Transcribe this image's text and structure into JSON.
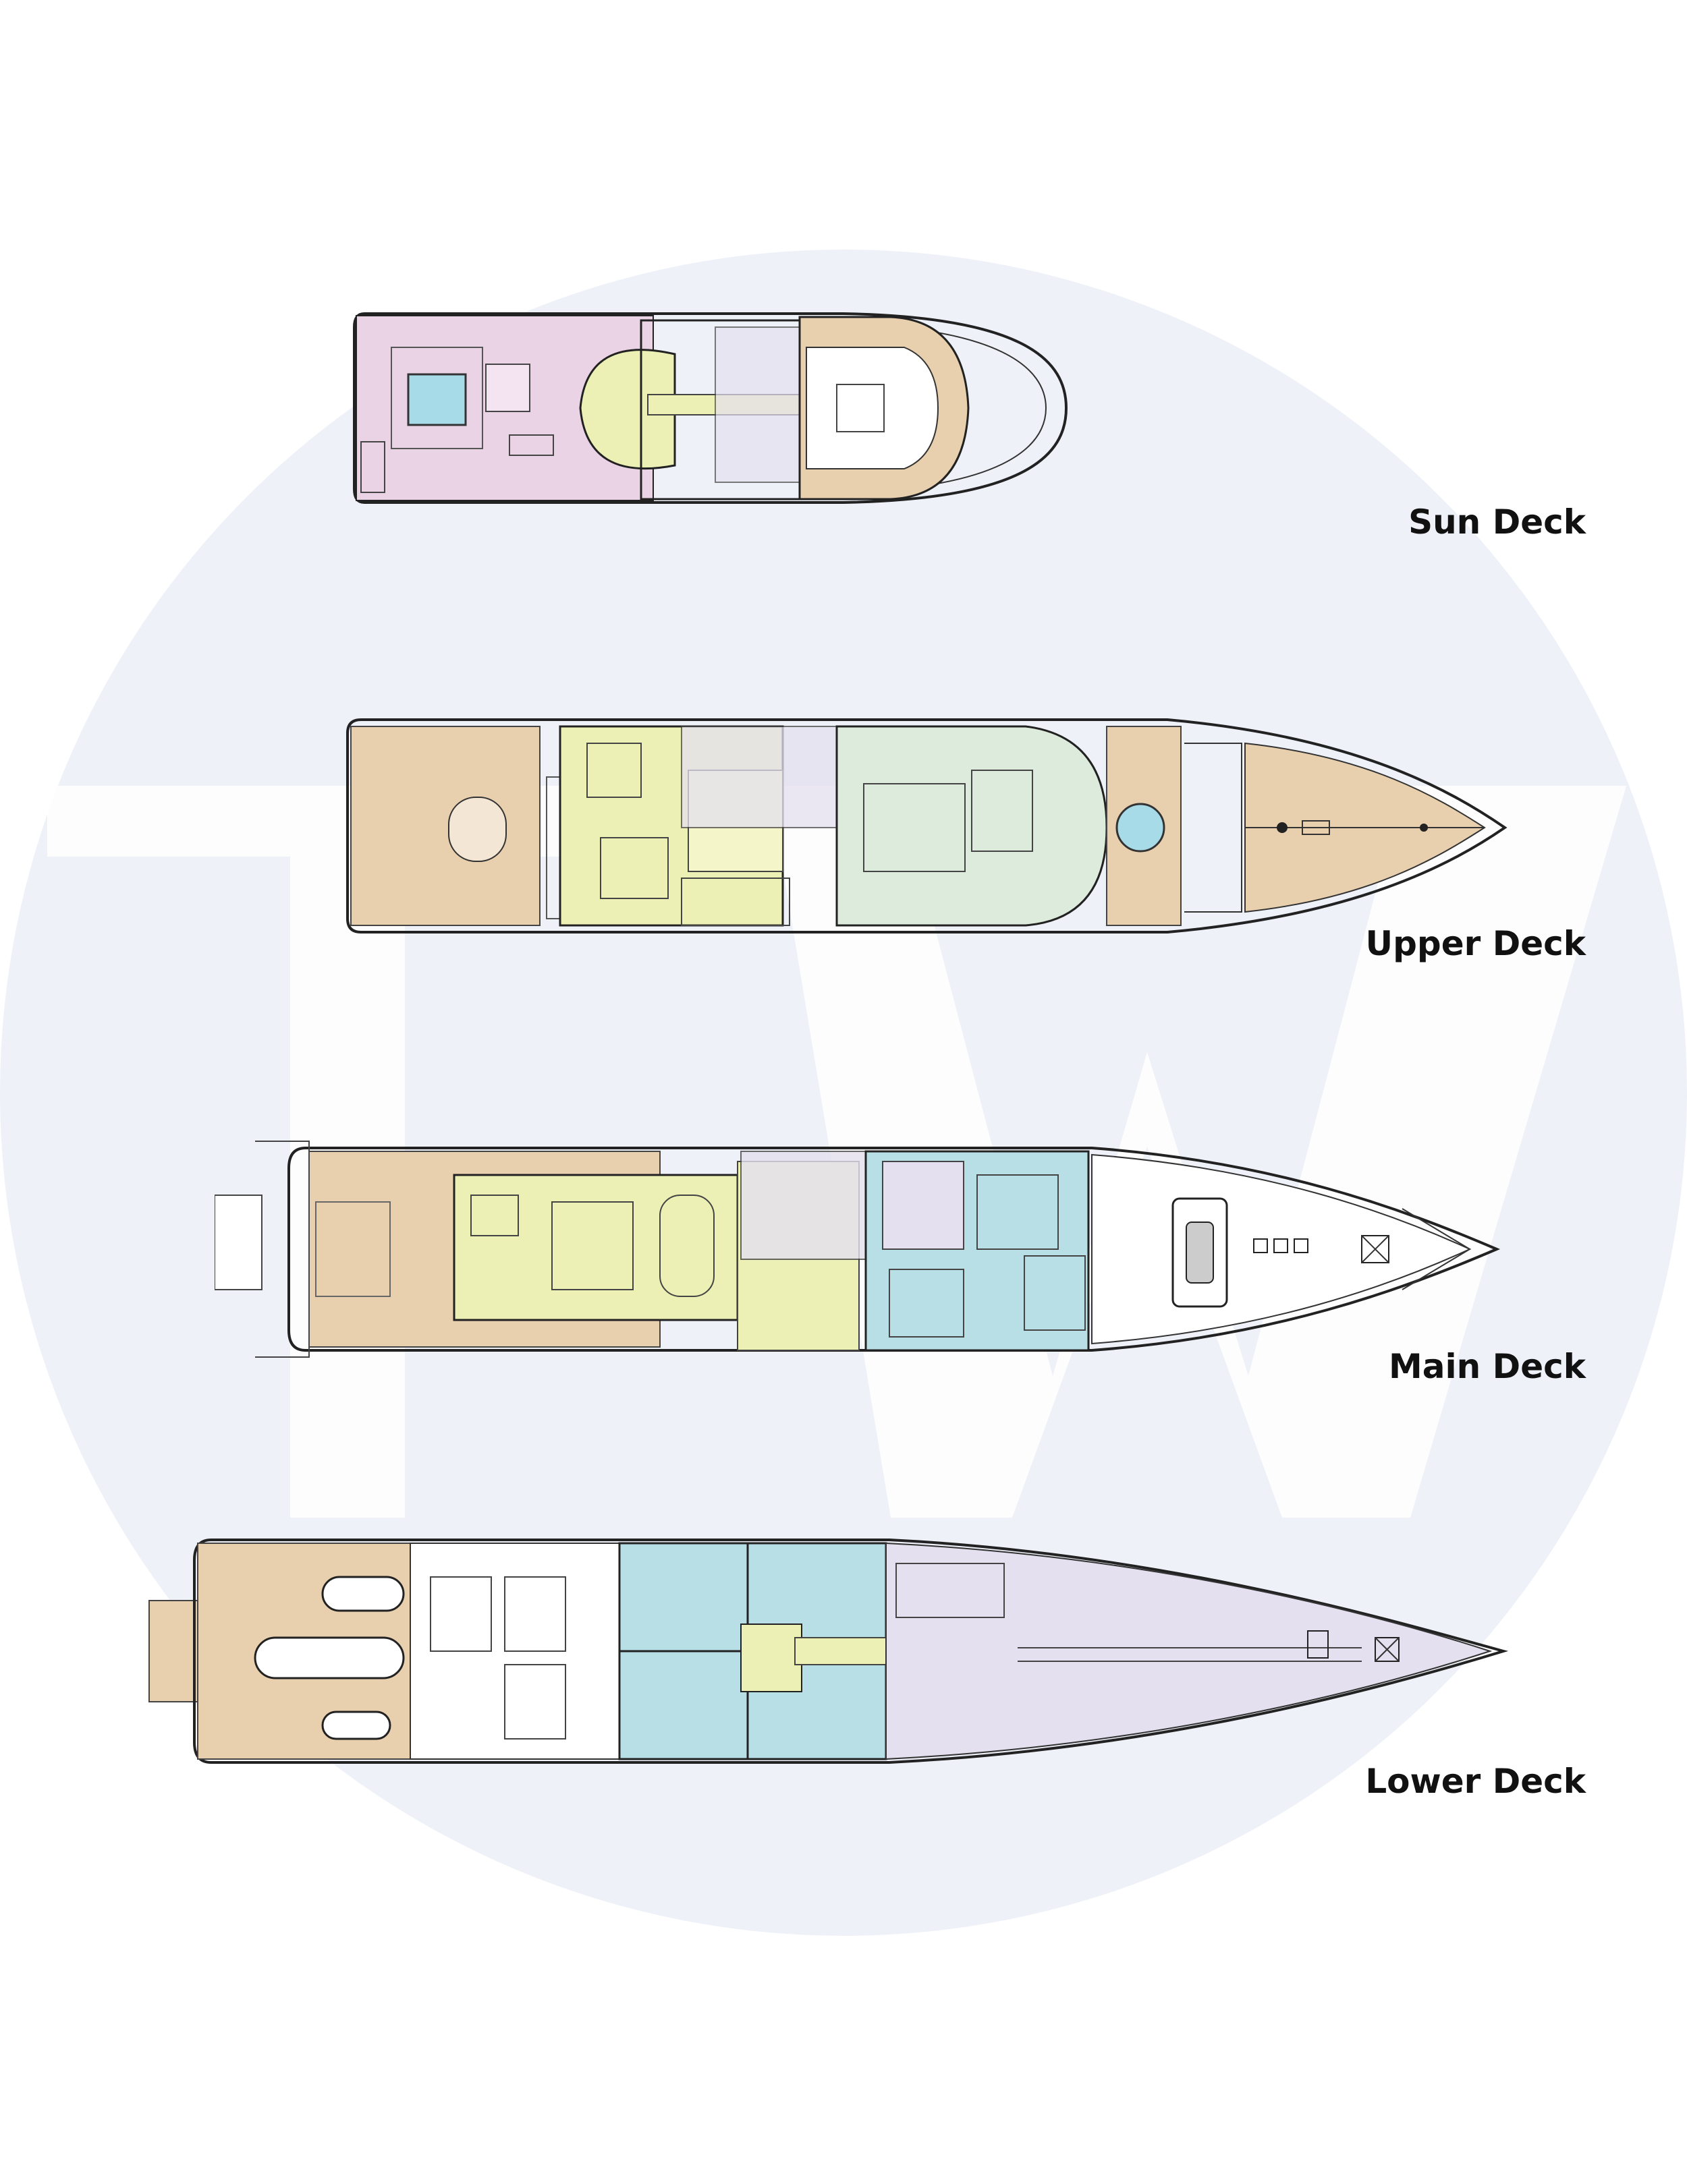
{
  "watermark": {
    "letters": "TW"
  },
  "colors": {
    "pink": "#ebd3e6",
    "tan": "#e8cfae",
    "yellow": "#edf0b4",
    "mint": "#dcebdc",
    "blue": "#b9dfe6",
    "lavender": "#e4e0ef",
    "white": "#ffffff",
    "circle": "#eef2f8"
  },
  "decks": [
    {
      "label": "Sun Deck"
    },
    {
      "label": "Upper Deck"
    },
    {
      "label": "Main Deck"
    },
    {
      "label": "Lower Deck"
    }
  ]
}
